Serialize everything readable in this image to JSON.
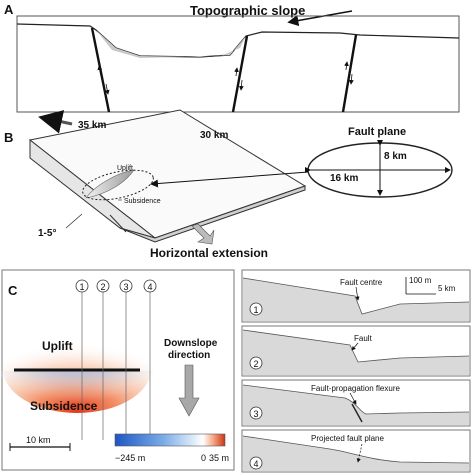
{
  "panel_a": {
    "letter": "A",
    "slope_label": "Topographic slope"
  },
  "panel_b": {
    "letter": "B",
    "dim_35km": "35 km",
    "dim_30km": "30 km",
    "angle": "1-5°",
    "uplift": "Uplift",
    "subsidence": "Subsidence",
    "extension": "Horizontal extension",
    "fault_plane": {
      "title": "Fault plane",
      "height": "8 km",
      "width": "16 km"
    }
  },
  "panel_c": {
    "letter": "C",
    "uplift": "Uplift",
    "subsidence": "Subsidence",
    "downslope": [
      "Downslope",
      "direction"
    ],
    "scalebar": "10 km",
    "colorbar_min": "−245 m",
    "colorbar_zero": "0",
    "colorbar_max": "35 m",
    "colors": {
      "uplift": "#e85a30",
      "subsidence": "#2f6fd0"
    },
    "profile_markers": [
      "1",
      "2",
      "3",
      "4"
    ]
  },
  "profiles": [
    {
      "num": "1",
      "label": "Fault centre",
      "scale_v": "100 m",
      "scale_h": "5 km"
    },
    {
      "num": "2",
      "label": "Fault"
    },
    {
      "num": "3",
      "label": "Fault-propagation flexure"
    },
    {
      "num": "4",
      "label": "Projected fault plane"
    }
  ]
}
